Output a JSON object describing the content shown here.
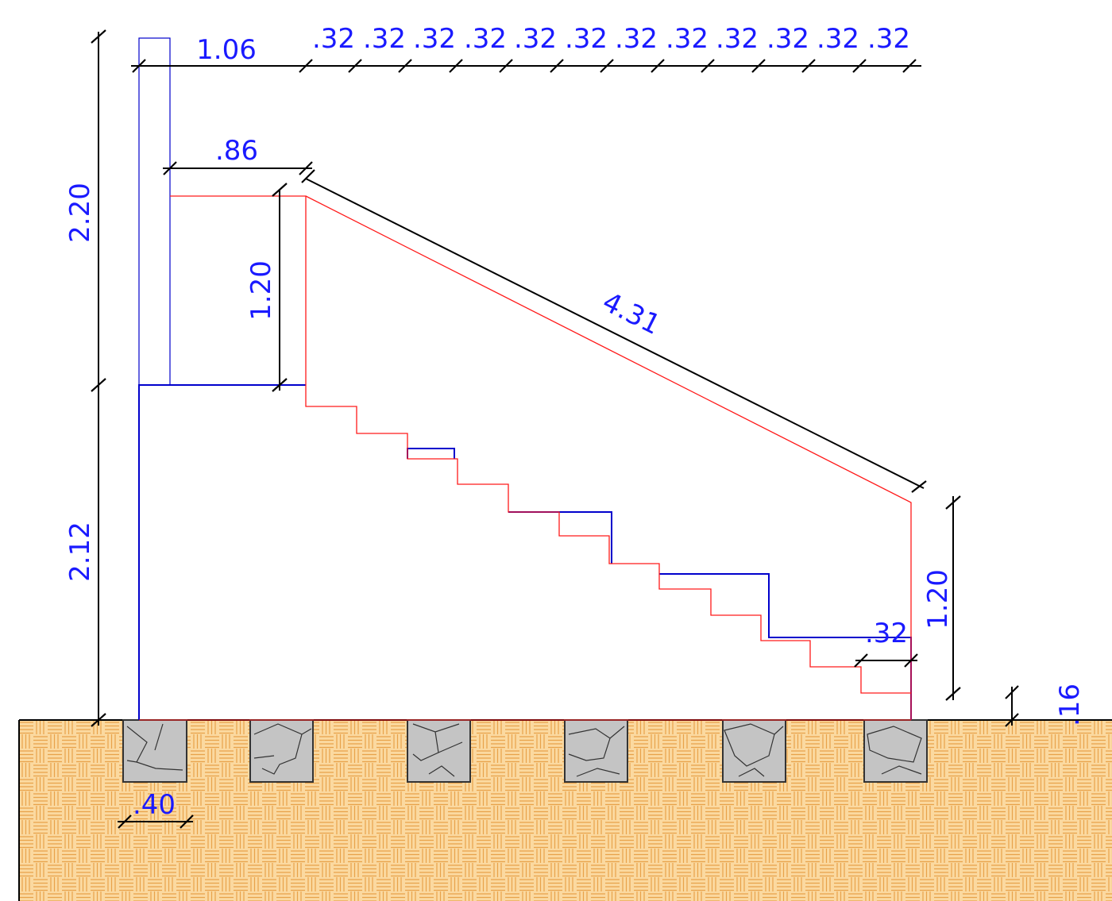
{
  "colors": {
    "dimension_text": "#1a1aff",
    "dimension_line": "#000000",
    "outline_blue": "#0000cc",
    "outline_red": "#ff1a1a",
    "soil_fill": "#fbd9a0",
    "soil_pattern": "#e8a24a",
    "footing_fill": "#c4c4c4",
    "footing_stroke": "#333333",
    "background": "#ffffff"
  },
  "dimensions": {
    "top_run_first": "1.06",
    "top_treads": [
      ".32",
      ".32",
      ".32",
      ".32",
      ".32",
      ".32",
      ".32",
      ".32",
      ".32",
      ".32",
      ".32",
      ".32"
    ],
    "upper_height": "2.20",
    "lower_height": "2.12",
    "landing_width": ".86",
    "rail_height_top": "1.20",
    "rail_length": "4.31",
    "rail_height_bottom": "1.20",
    "last_tread": ".32",
    "ground_offset": ".16",
    "footing_width": ".40"
  },
  "footings": {
    "count": 6
  }
}
